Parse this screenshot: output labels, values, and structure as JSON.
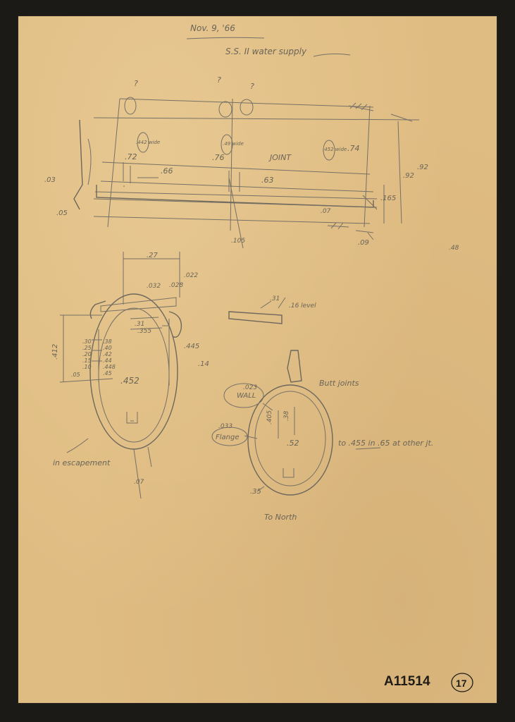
{
  "document": {
    "date": "Nov. 9, '66",
    "title": "S.S. II water supply",
    "catalog_number": "A11514",
    "page_number": "17",
    "colors": {
      "paper": "#dfbc82",
      "background": "#1b1a17",
      "pencil": "#6b6458",
      "ink": "#1f1c18"
    }
  },
  "top_sketch": {
    "labels": {
      "q1": "?",
      "q2": "?",
      "q3": "?",
      "d_03": ".03",
      "d_05": ".05",
      "d_72": ".72",
      "d_66": ".66",
      "d_76": ".76",
      "d_63": ".63",
      "joint": "JOINT",
      "d_74": ".74",
      "d_07": ".07",
      "d_09": ".09",
      "d_165": ".165",
      "d_92": ".92",
      "d_105": ".105",
      "d_48": ".48",
      "wide1": ".442 wide",
      "wide2": ".49 wide",
      "wide3": ".452 wide",
      "d_92b": ".92"
    }
  },
  "left_pipe": {
    "labels": {
      "d_27": ".27",
      "d_032": ".032",
      "d_028": ".028",
      "d_022": ".022",
      "d_31": ".31",
      "d_355": ".355",
      "d_412": ".412",
      "scale_left": [
        ".30",
        ".25",
        ".20",
        ".15",
        ".10",
        ".05"
      ],
      "scale_right": [
        ".38",
        ".40",
        ".42",
        ".44",
        ".448",
        ".45"
      ],
      "d_445": ".445",
      "d_14": ".14",
      "d_452": ".452",
      "caption": "in escapement",
      "d_07": ".07"
    }
  },
  "middle_sketch": {
    "labels": {
      "d_31": ".31",
      "d_16": ".16 level"
    }
  },
  "right_pipe": {
    "labels": {
      "butt_joint": "Butt joints",
      "wall_dim": ".023",
      "wall": "WALL",
      "flange_dim": ".033",
      "flange": "Flange",
      "d_405": ".405",
      "d_38": ".38",
      "d_52": ".52",
      "d_35": ".35",
      "note": "to .455 in .65 at other jt.",
      "direction": "To North"
    }
  }
}
